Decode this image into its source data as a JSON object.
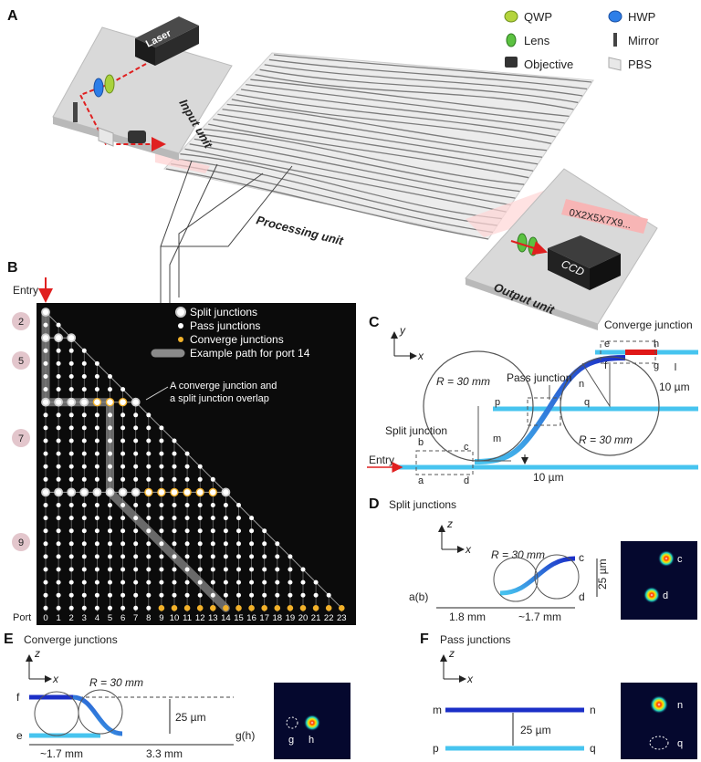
{
  "panels": {
    "a": "A",
    "b": "B",
    "c": "C",
    "d": "D",
    "e": "E",
    "f": "F"
  },
  "legend_a": {
    "qwp": "QWP",
    "hwp": "HWP",
    "lens": "Lens",
    "mirror": "Mirror",
    "objective": "Objective",
    "pbs": "PBS"
  },
  "units_a": {
    "laser": "Laser",
    "input": "Input unit",
    "processing": "Processing unit",
    "output": "Output unit",
    "ccd": "CCD",
    "code": "0X2X5X7X9..."
  },
  "panel_b": {
    "entry": "Entry",
    "port_label": "Port",
    "ports": [
      "0",
      "1",
      "2",
      "3",
      "4",
      "5",
      "6",
      "7",
      "8",
      "9",
      "10",
      "11",
      "12",
      "13",
      "14",
      "15",
      "16",
      "17",
      "18",
      "19",
      "20",
      "21",
      "22",
      "23"
    ],
    "row_badges": [
      "2",
      "5",
      "7",
      "9"
    ],
    "legend": {
      "split": "Split junctions",
      "pass": "Pass junctions",
      "converge": "Converge junctions",
      "path": "Example path for port 14"
    },
    "overlap_note_line1": "A converge junction and",
    "overlap_note_line2": "a split junction overlap"
  },
  "panel_c": {
    "converge": "Converge junction",
    "pass": "Pass junction",
    "split": "Split junction",
    "entry": "Entry",
    "radius_left": "R = 30 mm",
    "radius_right": "R = 30 mm",
    "gap_top": "10 µm",
    "gap_bottom": "10 µm",
    "axis_y": "y",
    "axis_x": "x",
    "pts": {
      "a": "a",
      "b": "b",
      "c": "c",
      "d": "d",
      "e": "e",
      "f": "f",
      "g": "g",
      "h": "h",
      "m": "m",
      "n": "n",
      "p": "p",
      "q": "q"
    }
  },
  "panel_d": {
    "title": "Split junctions",
    "radius": "R = 30 mm",
    "height": "25 µm",
    "len1": "1.8 mm",
    "len2": "~1.7 mm",
    "ab": "a(b)",
    "c": "c",
    "d": "d",
    "axis_z": "z",
    "axis_x": "x"
  },
  "panel_e": {
    "title": "Converge junctions",
    "radius": "R = 30 mm",
    "height": "25 µm",
    "len1": "~1.7 mm",
    "len2": "3.3 mm",
    "f": "f",
    "e": "e",
    "gh": "g(h)",
    "g": "g",
    "h": "h",
    "axis_z": "z",
    "axis_x": "x"
  },
  "panel_f": {
    "title": "Pass junctions",
    "height": "25 µm",
    "m": "m",
    "n": "n",
    "p": "p",
    "q": "q",
    "axis_z": "z",
    "axis_x": "x"
  }
}
